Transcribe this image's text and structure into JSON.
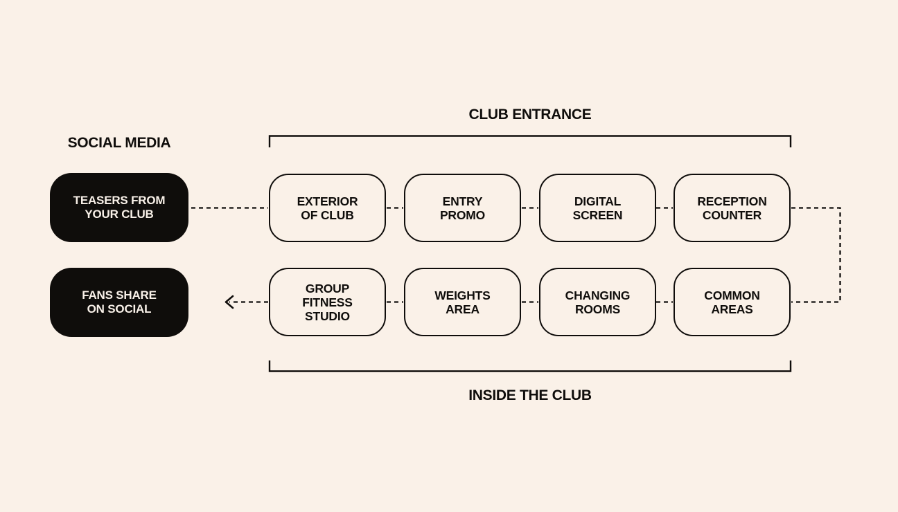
{
  "page": {
    "background_color": "#FAF1E8",
    "ink_color": "#0F0D0B",
    "pill_text_color": "#F9F1E9"
  },
  "headings": {
    "social_media": "SOCIAL MEDIA",
    "club_entrance": "CLUB ENTRANCE",
    "inside_the_club": "INSIDE THE CLUB"
  },
  "social_pills": [
    {
      "label": "TEASERS FROM\nYOUR CLUB"
    },
    {
      "label": "FANS SHARE\nON SOCIAL"
    }
  ],
  "club_entrance_steps": [
    {
      "label": "EXTERIOR\nOF CLUB"
    },
    {
      "label": "ENTRY\nPROMO"
    },
    {
      "label": "DIGITAL\nSCREEN"
    },
    {
      "label": "RECEPTION\nCOUNTER"
    }
  ],
  "inside_the_club_steps": [
    {
      "label": "GROUP\nFITNESS\nSTUDIO"
    },
    {
      "label": "WEIGHTS\nAREA"
    },
    {
      "label": "CHANGING\nROOMS"
    },
    {
      "label": "COMMON\nAREAS"
    }
  ]
}
